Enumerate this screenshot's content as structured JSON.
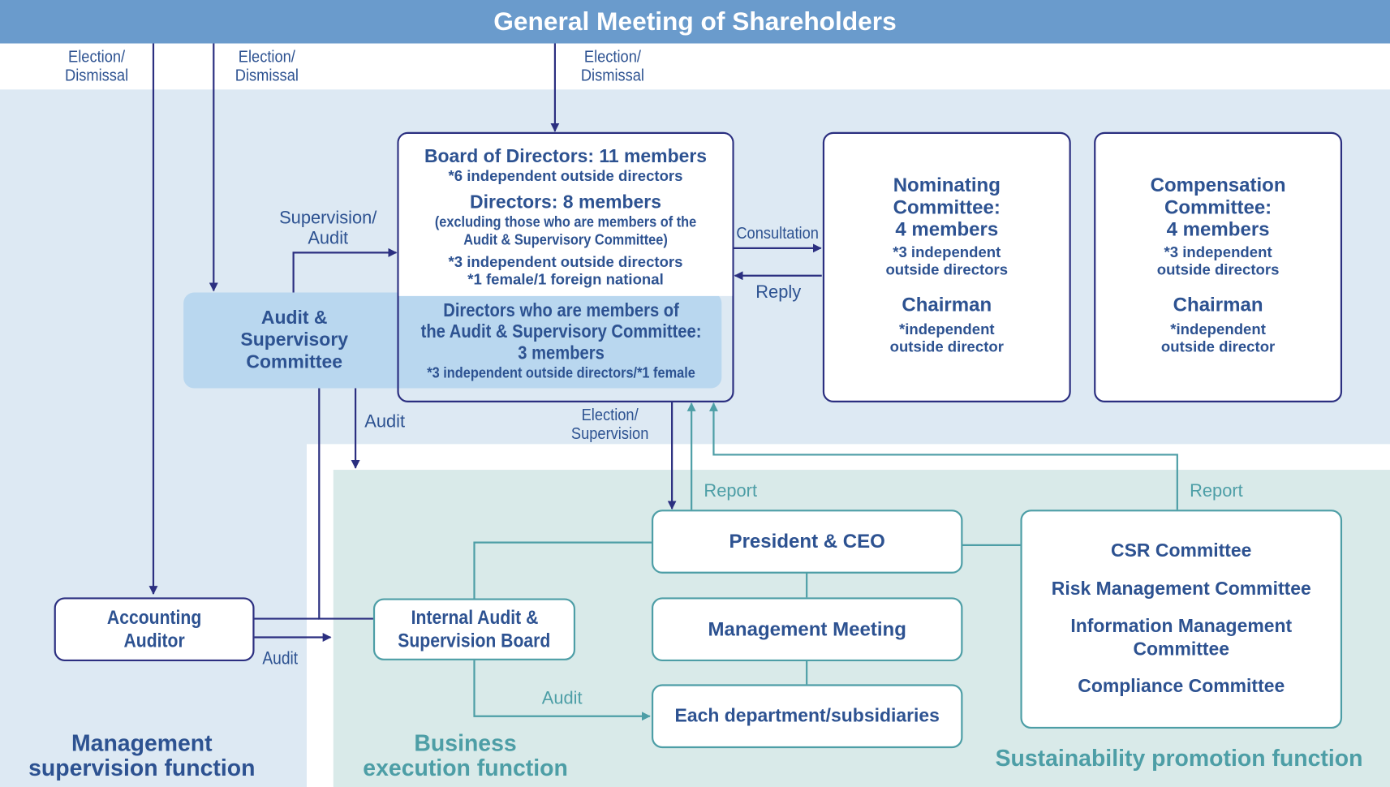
{
  "header": {
    "title": "General Meeting of Shareholders"
  },
  "flows": {
    "election_dismissal_1": [
      "Election/",
      "Dismissal"
    ],
    "election_dismissal_2": [
      "Election/",
      "Dismissal"
    ],
    "election_dismissal_3": [
      "Election/",
      "Dismissal"
    ],
    "supervision_audit": [
      "Supervision/",
      "Audit"
    ],
    "consultation": "Consultation",
    "reply": "Reply",
    "audit_from_committee": "Audit",
    "election_supervision": [
      "Election/",
      "Supervision"
    ],
    "report_ceo": "Report",
    "report_sustainability": "Report",
    "audit_accounting": "Audit",
    "audit_internal": "Audit"
  },
  "board": {
    "title": "Board of Directors: 11 members",
    "note1": "*6 independent outside directors",
    "directors_title": "Directors: 8 members",
    "directors_sub1": "(excluding those who are members of the",
    "directors_sub2": "Audit & Supervisory Committee)",
    "directors_note1": "*3 independent outside directors",
    "directors_note2": "*1 female/1 foreign national",
    "asc_members_line1": "Directors who are members of",
    "asc_members_line2": "the Audit & Supervisory Committee:",
    "asc_members_line3": "3 members",
    "asc_members_note": "*3 independent outside directors/*1 female"
  },
  "audit_committee": {
    "lines": [
      "Audit &",
      "Supervisory",
      "Committee"
    ]
  },
  "nominating": {
    "lines": [
      "Nominating",
      "Committee:",
      "4 members"
    ],
    "note": [
      "*3 independent",
      "outside directors"
    ],
    "chair": "Chairman",
    "chair_note": [
      "*independent",
      "outside director"
    ]
  },
  "compensation": {
    "lines": [
      "Compensation",
      "Committee:",
      "4 members"
    ],
    "note": [
      "*3 independent",
      "outside directors"
    ],
    "chair": "Chairman",
    "chair_note": [
      "*independent",
      "outside director"
    ]
  },
  "accounting_auditor": {
    "lines": [
      "Accounting",
      "Auditor"
    ]
  },
  "internal_audit": {
    "lines": [
      "Internal Audit &",
      "Supervision Board"
    ]
  },
  "president": {
    "label": "President & CEO"
  },
  "management_meeting": {
    "label": "Management Meeting"
  },
  "departments": {
    "label": "Each department/subsidiaries"
  },
  "sustainability_committees": {
    "items": [
      "CSR Committee",
      "Risk Management Committee",
      "Information Management",
      "Committee",
      "Compliance Committee"
    ]
  },
  "functions": {
    "management_supervision": [
      "Management",
      "supervision function"
    ],
    "business_execution": [
      "Business",
      "execution function"
    ],
    "sustainability_promotion": "Sustainability promotion function"
  },
  "colors": {
    "navy": "#2b2f80",
    "teal": "#4d9ea6",
    "header": "#6a9bcc",
    "text": "#2d5291"
  }
}
